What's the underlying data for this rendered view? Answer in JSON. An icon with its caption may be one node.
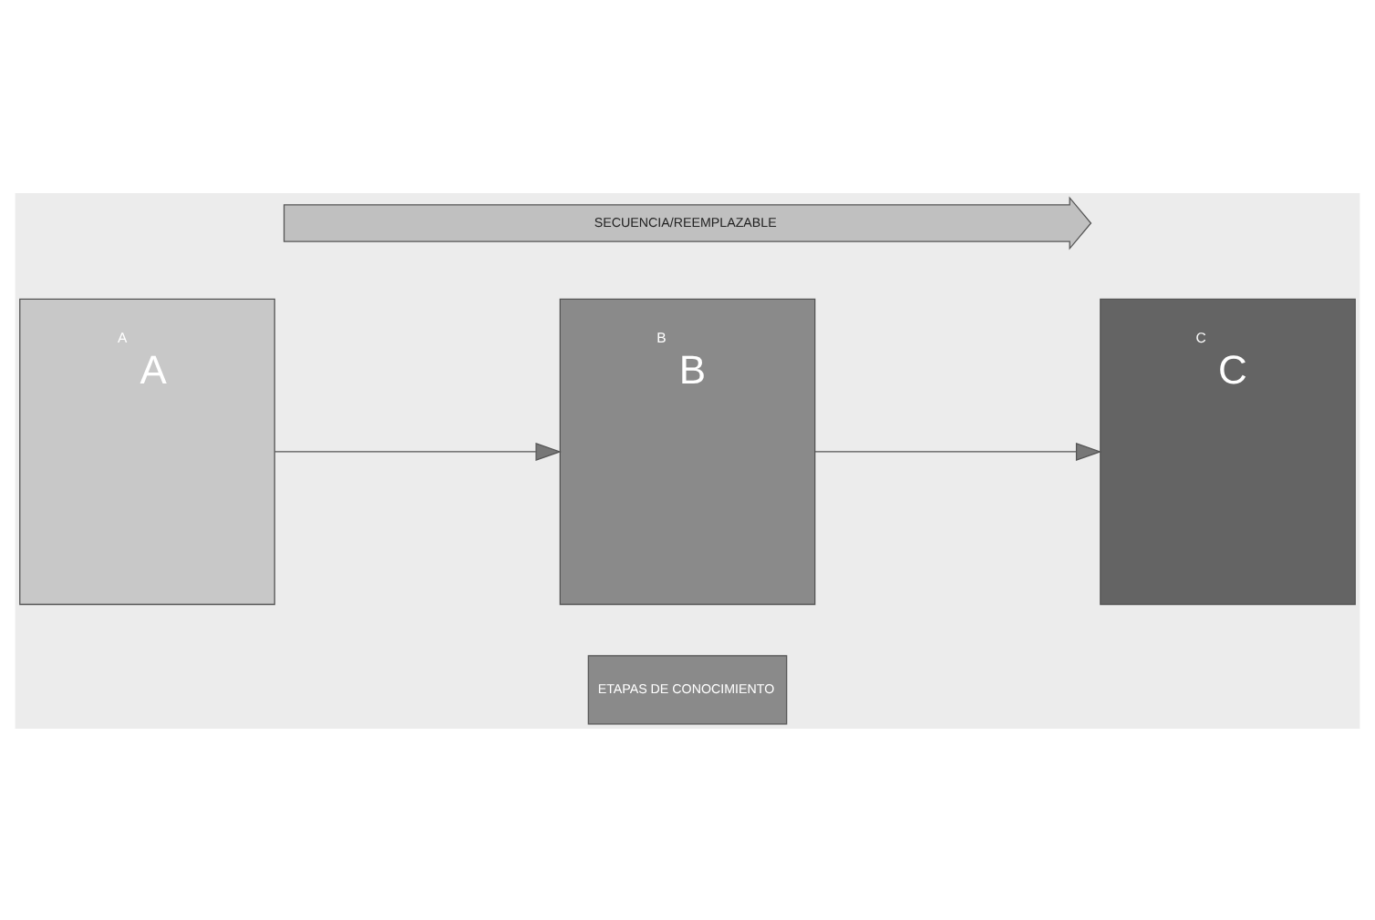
{
  "diagram": {
    "nodes": [
      {
        "text": [
          "ETAPAS DE CONOCIMIENTO"
        ]
      },
      {
        "text": [
          "A",
          "A"
        ]
      },
      {
        "text": [
          "B",
          "B"
        ]
      },
      {
        "text": [
          "C",
          "C"
        ]
      },
      {
        "text": [
          "SECUENCIA/REEMPLAZABLE"
        ]
      }
    ],
    "edges": [
      {
        "from": 1,
        "to": 2,
        "arrow": "to"
      },
      {
        "from": 2,
        "to": 3,
        "arrow": "to"
      }
    ]
  }
}
